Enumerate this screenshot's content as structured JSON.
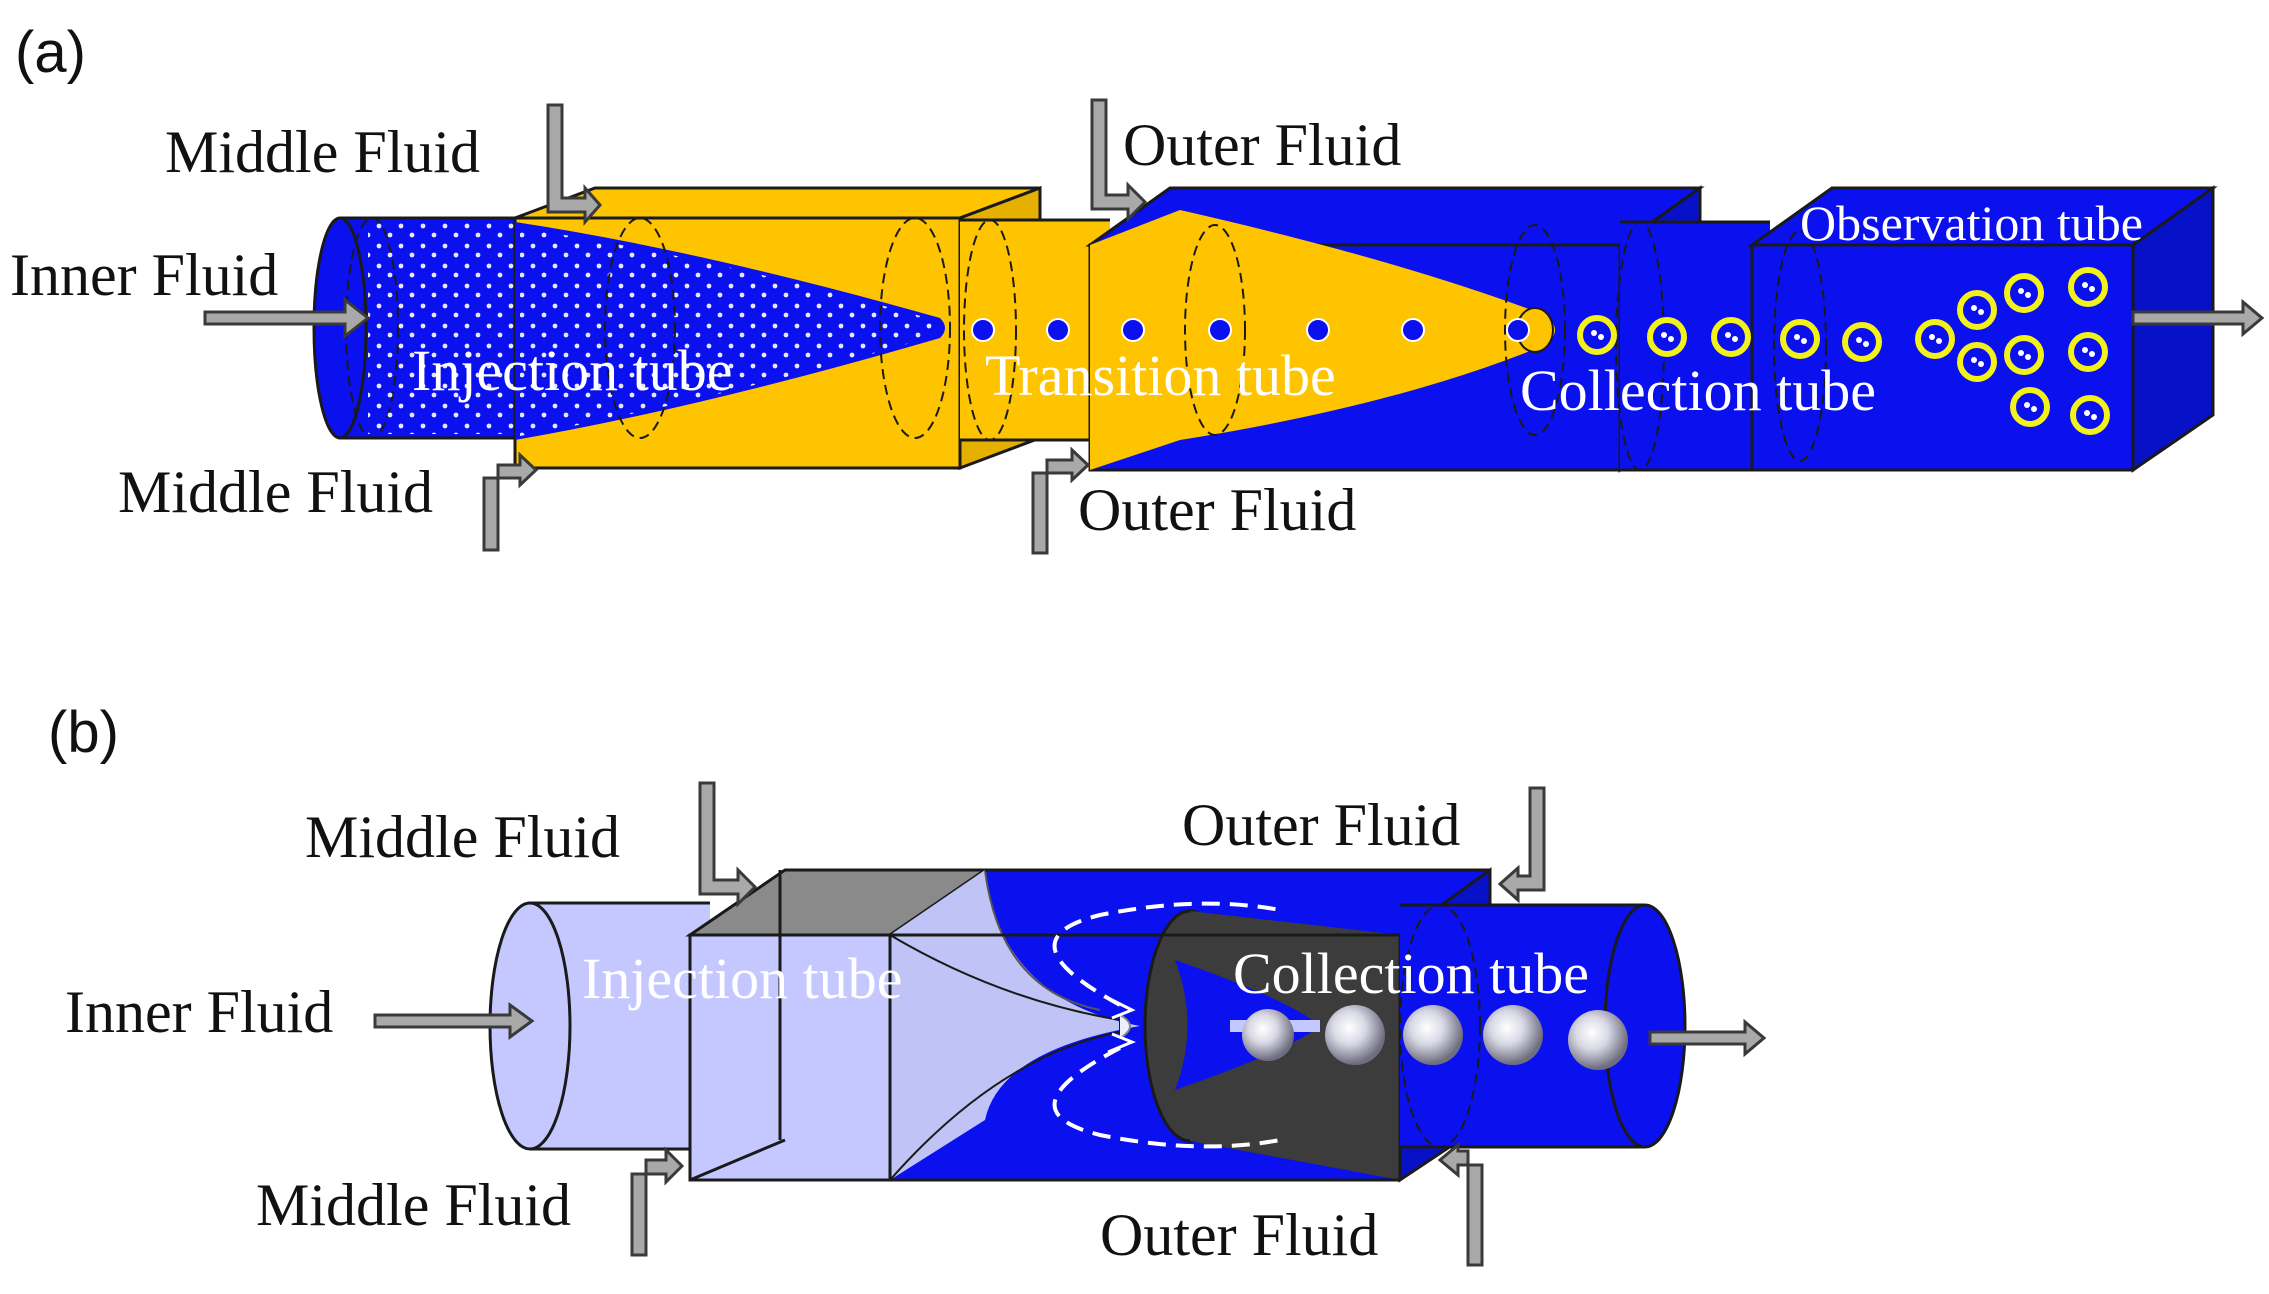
{
  "panel_a": {
    "label": "(a)",
    "inner_fluid": "Inner Fluid",
    "middle_fluid_top": "Middle Fluid",
    "middle_fluid_bottom": "Middle Fluid",
    "outer_fluid_top": "Outer Fluid",
    "outer_fluid_bottom": "Outer Fluid",
    "injection_tube": "Injection tube",
    "transition_tube": "Transition tube",
    "collection_tube": "Collection tube",
    "observation_tube": "Observation tube"
  },
  "panel_b": {
    "label": "(b)",
    "inner_fluid": "Inner Fluid",
    "middle_fluid_top": "Middle Fluid",
    "middle_fluid_bottom": "Middle Fluid",
    "outer_fluid_top": "Outer Fluid",
    "outer_fluid_bottom": "Outer Fluid",
    "injection_tube": "Injection tube",
    "collection_tube": "Collection tube"
  },
  "colors": {
    "blue": "#0a10ee",
    "yellow": "#ffc400",
    "light_blue": "#c4c8ff",
    "gray": "#808080",
    "dark_gray": "#3c3c3c",
    "ring": "#f2f21a"
  }
}
